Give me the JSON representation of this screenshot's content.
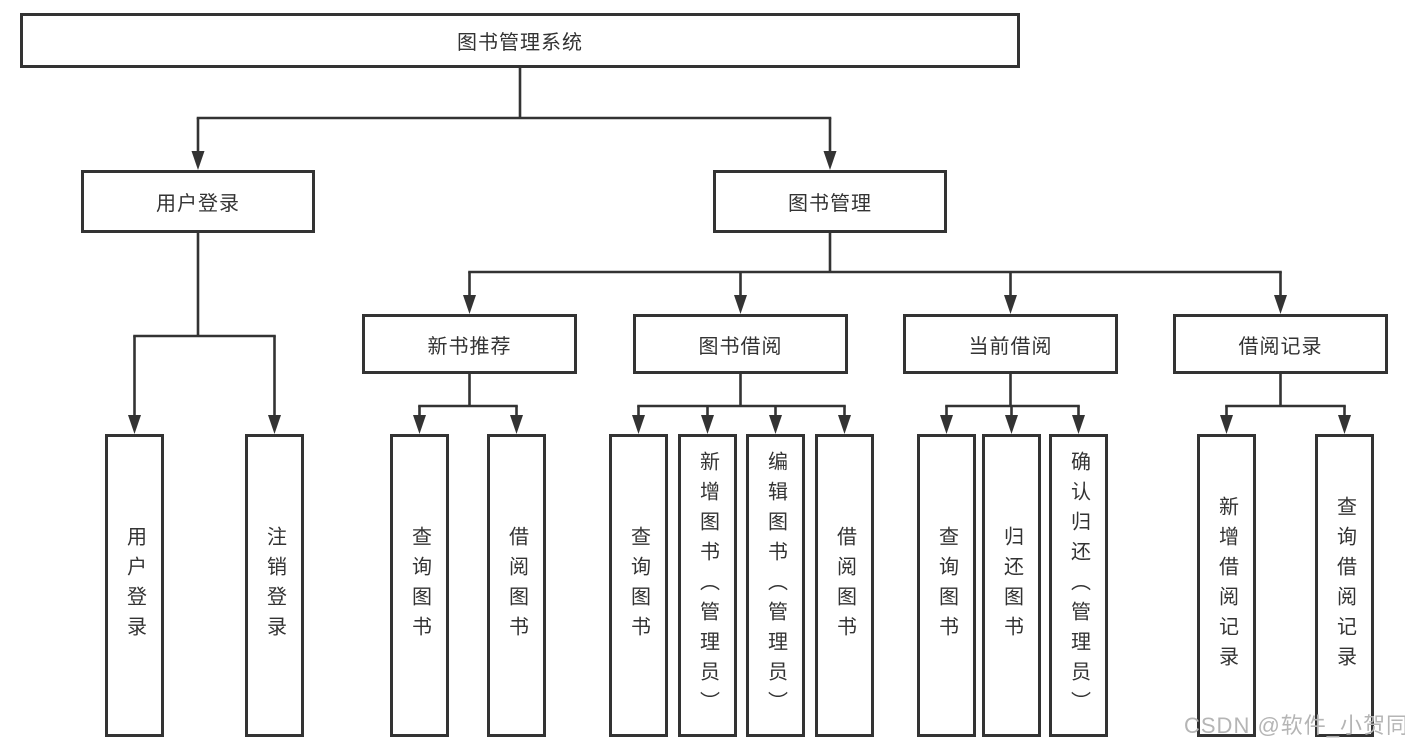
{
  "diagram": {
    "root": {
      "label": "图书管理系统"
    },
    "level2": [
      {
        "label": "用户登录"
      },
      {
        "label": "图书管理"
      }
    ],
    "level3": [
      {
        "label": "新书推荐"
      },
      {
        "label": "图书借阅"
      },
      {
        "label": "当前借阅"
      },
      {
        "label": "借阅记录"
      }
    ],
    "leaves": [
      {
        "label": "用户登录"
      },
      {
        "label": "注销登录"
      },
      {
        "label": "查询图书"
      },
      {
        "label": "借阅图书"
      },
      {
        "label": "查询图书"
      },
      {
        "label": "新增图书（管理员）"
      },
      {
        "label": "编辑图书（管理员）"
      },
      {
        "label": "借阅图书"
      },
      {
        "label": "查询图书"
      },
      {
        "label": "归还图书"
      },
      {
        "label": "确认归还（管理员）"
      },
      {
        "label": "新增借阅记录"
      },
      {
        "label": "查询借阅记录"
      }
    ]
  },
  "watermark": {
    "text": "CSDN @软件_小贺同学"
  },
  "colors": {
    "line": "#333333",
    "text": "#333333",
    "watermark": "#b5b5b5",
    "background": "#ffffff"
  }
}
